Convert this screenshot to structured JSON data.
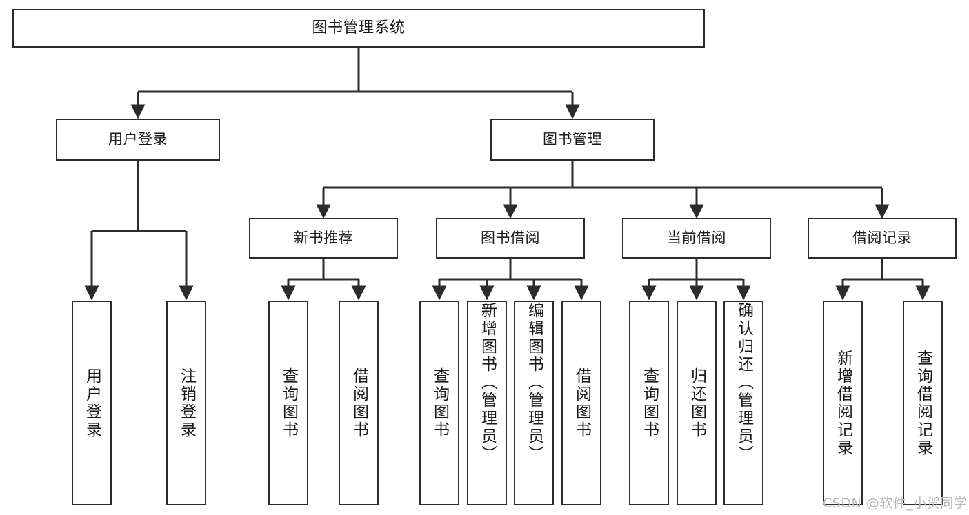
{
  "diagram": {
    "type": "tree-hierarchy-chart",
    "title": "图书管理系统",
    "line_color": "#2b2b2b",
    "node_fill": "#ffffff",
    "background": "#ffffff",
    "root": {
      "id": "root",
      "label": "图书管理系统"
    },
    "level2": [
      {
        "id": "user-login",
        "label": "用户登录"
      },
      {
        "id": "book-management",
        "label": "图书管理"
      }
    ],
    "level3": [
      {
        "id": "new-book-recommend",
        "label": "新书推荐",
        "parent": "book-management"
      },
      {
        "id": "book-borrow",
        "label": "图书借阅",
        "parent": "book-management"
      },
      {
        "id": "current-borrow",
        "label": "当前借阅",
        "parent": "book-management"
      },
      {
        "id": "borrow-record",
        "label": "借阅记录",
        "parent": "book-management"
      }
    ],
    "leaves": [
      {
        "id": "leaf-user-login",
        "label": "用户登录",
        "parent": "user-login"
      },
      {
        "id": "leaf-logout-login",
        "label": "注销登录",
        "parent": "user-login"
      },
      {
        "id": "leaf-query-book-1",
        "label": "查询图书",
        "parent": "new-book-recommend"
      },
      {
        "id": "leaf-borrow-book-1",
        "label": "借阅图书",
        "parent": "new-book-recommend"
      },
      {
        "id": "leaf-query-book-2",
        "label": "查询图书",
        "parent": "book-borrow"
      },
      {
        "id": "leaf-add-book",
        "label": "新增图书（管理员）",
        "parent": "book-borrow"
      },
      {
        "id": "leaf-edit-book",
        "label": "编辑图书（管理员）",
        "parent": "book-borrow"
      },
      {
        "id": "leaf-borrow-book-2",
        "label": "借阅图书",
        "parent": "book-borrow"
      },
      {
        "id": "leaf-query-book-3",
        "label": "查询图书",
        "parent": "current-borrow"
      },
      {
        "id": "leaf-return-book",
        "label": "归还图书",
        "parent": "current-borrow"
      },
      {
        "id": "leaf-confirm-return",
        "label": "确认归还（管理员）",
        "parent": "current-borrow"
      },
      {
        "id": "leaf-add-record",
        "label": "新增借阅记录",
        "parent": "borrow-record"
      },
      {
        "id": "leaf-query-record",
        "label": "查询借阅记录",
        "parent": "borrow-record"
      }
    ]
  },
  "watermark": {
    "text": "CSDN @软件_小贺同学"
  }
}
